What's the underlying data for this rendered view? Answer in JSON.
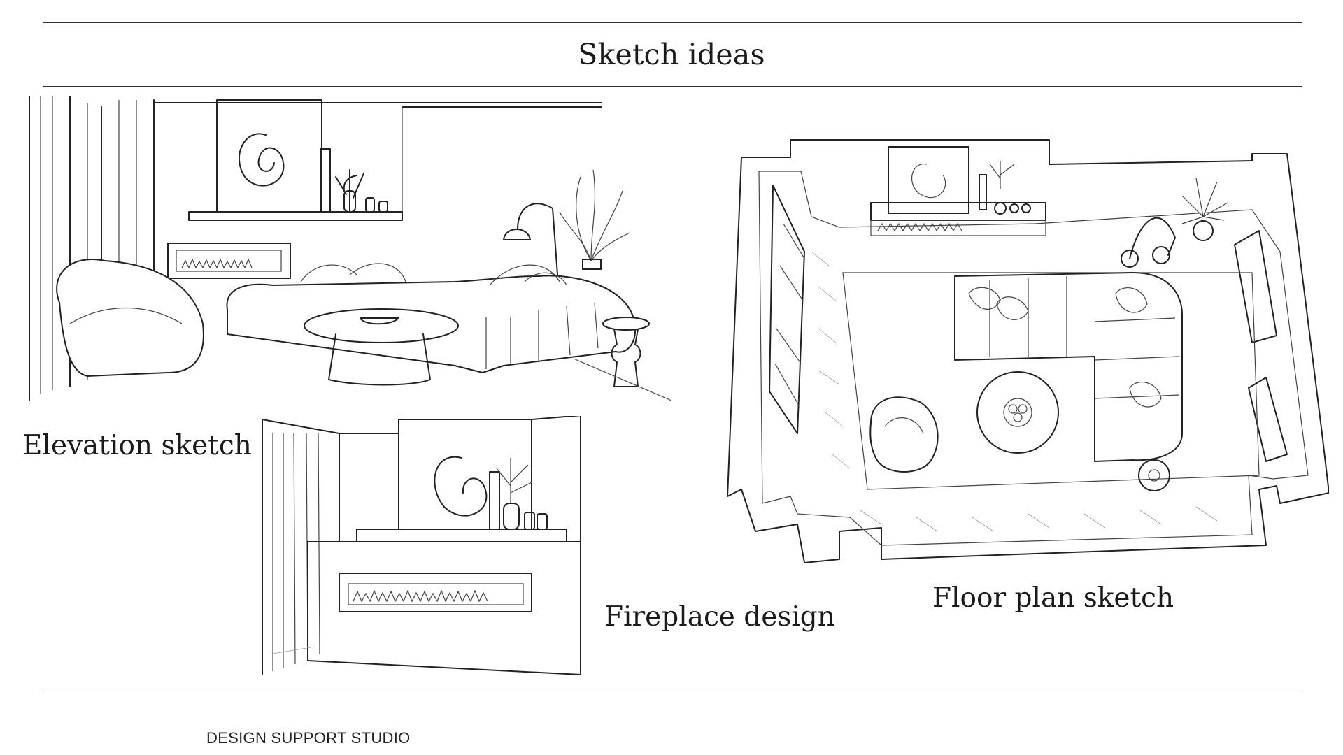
{
  "header": {
    "title": "Sketch ideas"
  },
  "captions": {
    "elevation": "Elevation sketch",
    "fireplace": "Fireplace design",
    "floor_plan": "Floor plan sketch"
  },
  "footer": {
    "brand": "DESIGN SUPPORT STUDIO"
  },
  "colors": {
    "line": "#222222",
    "background": "#ffffff"
  }
}
